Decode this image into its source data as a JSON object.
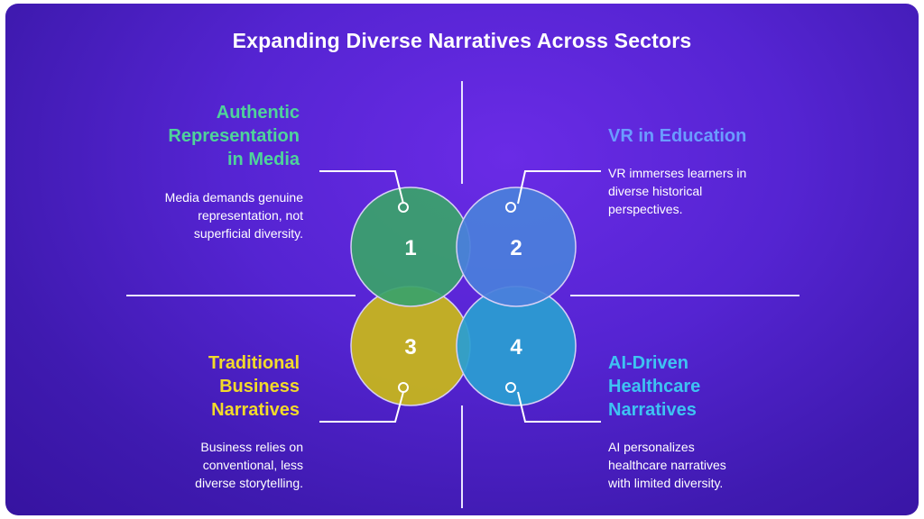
{
  "title": "Expanding Diverse Narratives Across Sectors",
  "quadrants": [
    {
      "number": "1",
      "heading_lines": [
        "Authentic",
        "Representation",
        "in Media"
      ],
      "description_lines": [
        "Media demands genuine",
        "representation, not",
        "superficial diversity."
      ],
      "color": "#3aa36a",
      "heading_color": "#4fd39a"
    },
    {
      "number": "2",
      "heading_lines": [
        "VR in Education"
      ],
      "description_lines": [
        "VR immerses learners in",
        "diverse historical",
        "perspectives."
      ],
      "color": "#4a7fdc",
      "heading_color": "#6a9cff"
    },
    {
      "number": "3",
      "heading_lines": [
        "Traditional",
        "Business",
        "Narratives"
      ],
      "description_lines": [
        "Business relies on",
        "conventional, less",
        "diverse storytelling."
      ],
      "color": "#c9b81a",
      "heading_color": "#f2da2a"
    },
    {
      "number": "4",
      "heading_lines": [
        "AI-Driven",
        "Healthcare",
        "Narratives"
      ],
      "description_lines": [
        "AI personalizes",
        "healthcare narratives",
        "with limited diversity."
      ],
      "color": "#2a9ed2",
      "heading_color": "#3ec3f2"
    }
  ]
}
